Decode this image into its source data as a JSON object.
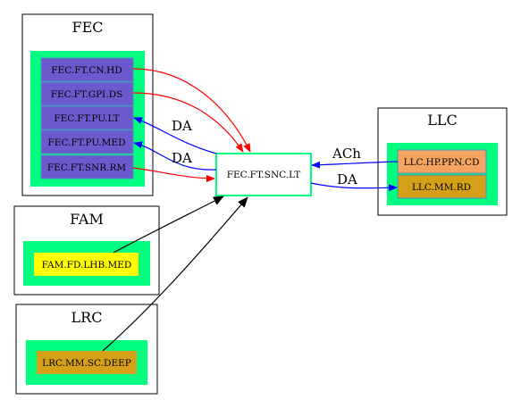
{
  "clusters": {
    "fec": {
      "label": "FEC"
    },
    "fam": {
      "label": "FAM"
    },
    "lrc": {
      "label": "LRC"
    },
    "llc": {
      "label": "LLC"
    }
  },
  "nodes": {
    "fec_cn_hd": {
      "label": "FEC.FT.CN.HD",
      "fill": "#6a5acd"
    },
    "fec_gpi_ds": {
      "label": "FEC.FT.GPI.DS",
      "fill": "#6a5acd"
    },
    "fec_pu_lt": {
      "label": "FEC.FT.PU.LT",
      "fill": "#6a5acd"
    },
    "fec_pu_med": {
      "label": "FEC.FT.PU.MED",
      "fill": "#6a5acd"
    },
    "fec_snr_rm": {
      "label": "FEC.FT.SNR.RM",
      "fill": "#6a5acd"
    },
    "center": {
      "label": "FEC.FT.SNC.LT",
      "stroke": "#00ff7f"
    },
    "fam_lhb_med": {
      "label": "FAM.FD.LHB.MED",
      "fill": "#ffff00"
    },
    "lrc_sc_deep": {
      "label": "LRC.MM.SC.DEEP",
      "fill": "#d4a017"
    },
    "llc_ppn_cd": {
      "label": "LLC.HP.PPN.CD",
      "fill": "#f4a460"
    },
    "llc_mm_rd": {
      "label": "LLC.MM.RD",
      "fill": "#d4a017"
    }
  },
  "edges": {
    "da_pu_lt": {
      "label": "DA",
      "color": "#0000ff"
    },
    "da_pu_med": {
      "label": "DA",
      "color": "#0000ff"
    },
    "ach": {
      "label": "ACh",
      "color": "#0000ff"
    },
    "da_llc_rd": {
      "label": "DA",
      "color": "#0000ff"
    },
    "red_color": "#ff0000",
    "black_color": "#000000"
  },
  "colors": {
    "cluster_fill": "#00ff7f",
    "node_border": "#4f8fbf"
  }
}
